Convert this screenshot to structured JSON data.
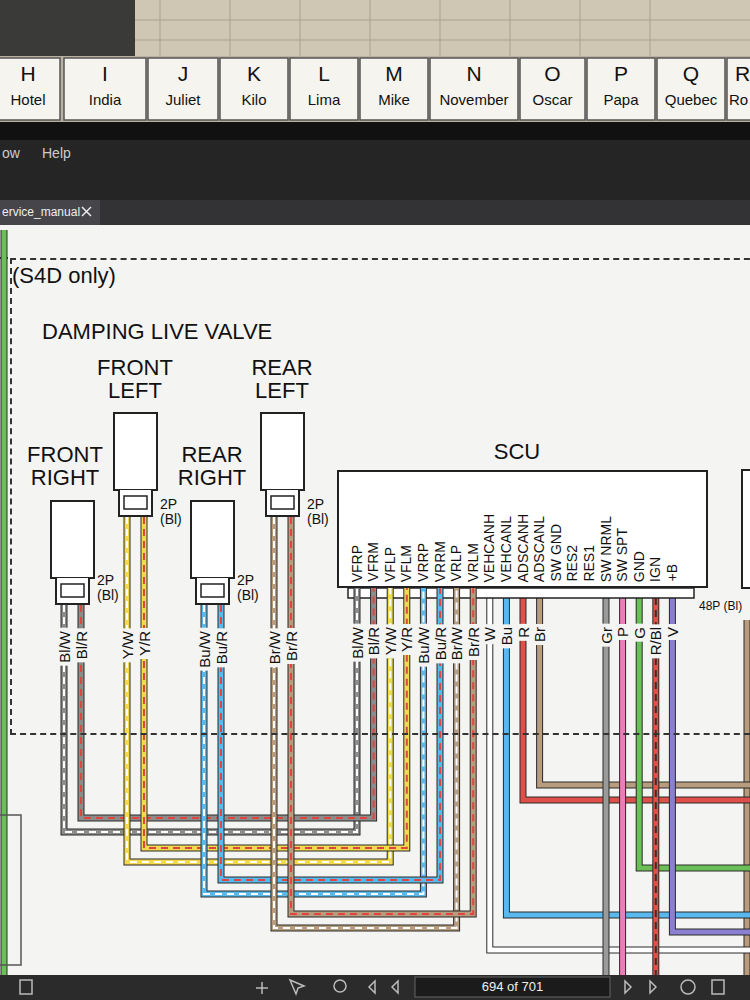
{
  "diagram": {
    "nodes": [
      {
        "text": [
          "(S4D only)"
        ]
      },
      {
        "text": [
          "FRONT RIGHT",
          "2P (Bl)"
        ],
        "in": 0
      },
      {
        "text": [
          "FRONT LEFT",
          "2P (Bl)"
        ],
        "in": 0
      },
      {
        "text": [
          "REAR RIGHT",
          "2P (Bl)"
        ],
        "in": 0
      },
      {
        "text": [
          "REAR LEFT",
          "2P (Bl)"
        ],
        "in": 0
      },
      {
        "text": [
          "SCU"
        ],
        "in": 0
      }
    ],
    "edges": [
      {
        "from": 1,
        "to": 5,
        "arrow": "none"
      },
      {
        "from": 1,
        "to": 5,
        "arrow": "none"
      },
      {
        "from": 2,
        "to": 5,
        "arrow": "none"
      },
      {
        "from": 2,
        "to": 5,
        "arrow": "none"
      },
      {
        "from": 3,
        "to": 5,
        "arrow": "none"
      },
      {
        "from": 3,
        "to": 5,
        "arrow": "none"
      },
      {
        "from": 4,
        "to": 5,
        "arrow": "none"
      },
      {
        "from": 4,
        "to": 5,
        "arrow": "none"
      }
    ],
    "labels": [
      "H",
      "Hotel",
      "I",
      "India",
      "J",
      "Juliet",
      "K",
      "Kilo",
      "L",
      "Lima",
      "M",
      "Mike",
      "N",
      "November",
      "O",
      "Oscar",
      "P",
      "Papa",
      "Q",
      "Quebec",
      "R",
      "Ro",
      "ow",
      "Help",
      "ervice_manual",
      "694 of 701",
      "DAMPING LIVE VALVE",
      "Bl/W",
      "Bl/R",
      "Y/W",
      "Y/R",
      "Bu/W",
      "Bu/R",
      "Br/W",
      "Br/R",
      "VFRP",
      "VFRM",
      "VFLP",
      "VFLM",
      "VRRP",
      "VRRM",
      "VRLP",
      "VRLM",
      "VEHCANH",
      "VEHCANL",
      "ADSCANH",
      "ADSCANL",
      "SW GND",
      "RES2",
      "RES1",
      "SW NRML",
      "SW SPT",
      "GND",
      "IGN",
      "+B",
      "48P (Bl)",
      "Bl/W",
      "Bl/R",
      "Y/W",
      "Y/R",
      "Bu/W",
      "Bu/R",
      "Br/W",
      "Br/R",
      "W",
      "Bu",
      "R",
      "Br",
      "Gr",
      "P",
      "G",
      "R/Bl",
      "V"
    ]
  }
}
